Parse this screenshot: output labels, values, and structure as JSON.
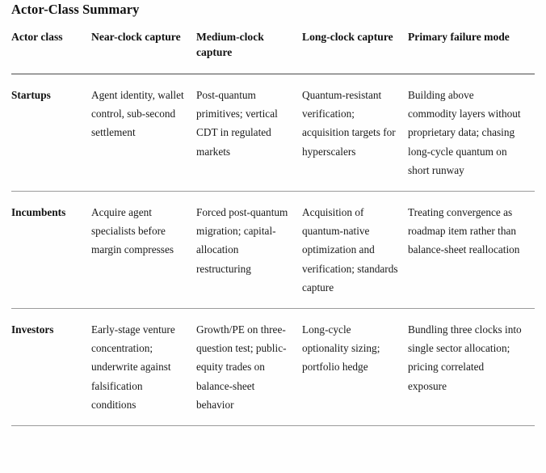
{
  "title": "Actor-Class Summary",
  "table": {
    "headers": [
      "Actor class",
      "Near-clock capture",
      "Medium-clock capture",
      "Long-clock capture",
      "Primary failure mode"
    ],
    "rows": [
      {
        "actor_class": "Startups",
        "near_clock": "Agent identity, wallet control, sub-second settlement",
        "medium_clock": "Post-quantum primitives; vertical CDT in regulated markets",
        "long_clock": "Quantum-resistant verification; acquisition targets for hyperscalers",
        "failure_mode": "Building above commodity layers without proprietary data; chasing long-cycle quantum on short runway"
      },
      {
        "actor_class": "Incumbents",
        "near_clock": "Acquire agent specialists before margin compresses",
        "medium_clock": "Forced post-quantum migration; capital-allocation restructuring",
        "long_clock": "Acquisition of quantum-native optimization and verification; standards capture",
        "failure_mode": "Treating convergence as roadmap item rather than balance-sheet reallocation"
      },
      {
        "actor_class": "Investors",
        "near_clock": "Early-stage venture concentration; underwrite against falsification conditions",
        "medium_clock": "Growth/PE on three-question test; public-equity trades on balance-sheet behavior",
        "long_clock": "Long-cycle optionality sizing; portfolio hedge",
        "failure_mode": "Bundling three clocks into single sector allocation; pricing correlated exposure"
      }
    ]
  },
  "colors": {
    "background": "#fefefe",
    "text": "#1a1a1a",
    "heading": "#111111",
    "header_rule": "#4a4a4a",
    "row_rule": "#9b9b9b"
  }
}
